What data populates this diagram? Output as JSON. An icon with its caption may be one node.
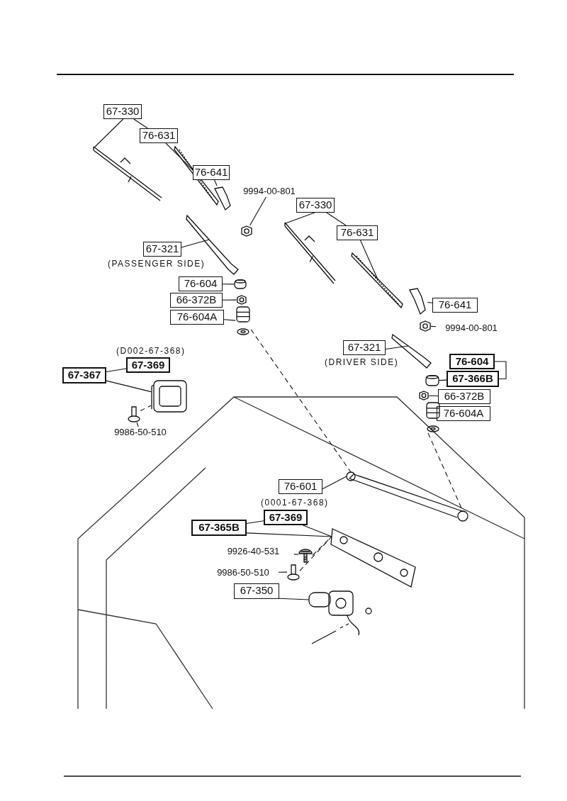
{
  "diagram": {
    "nodes": [
      {
        "text": [
          "67-330"
        ]
      },
      {
        "text": [
          "76-631"
        ]
      },
      {
        "text": [],
        "shape": "picture"
      },
      {
        "text": [],
        "shape": "picture"
      },
      {
        "text": [
          "76-641"
        ]
      },
      {
        "text": [],
        "shape": "picture"
      },
      {
        "text": [
          "9994-00-801"
        ]
      },
      {
        "text": [],
        "shape": "picture"
      },
      {
        "text": [
          "67-321"
        ],
        "beside": [
          "(PASSENGER SIDE)"
        ]
      },
      {
        "text": [],
        "shape": "picture"
      },
      {
        "text": [
          "76-604"
        ]
      },
      {
        "text": [],
        "shape": "picture"
      },
      {
        "text": [
          "66-372B"
        ]
      },
      {
        "text": [],
        "shape": "picture"
      },
      {
        "text": [
          "76-604A"
        ]
      },
      {
        "text": [],
        "shape": "picture"
      },
      {
        "text": [
          "67-330"
        ]
      },
      {
        "text": [
          "76-631"
        ]
      },
      {
        "text": [],
        "shape": "picture"
      },
      {
        "text": [],
        "shape": "picture"
      },
      {
        "text": [
          "76-641"
        ]
      },
      {
        "text": [],
        "shape": "picture"
      },
      {
        "text": [
          "9994-00-801"
        ]
      },
      {
        "text": [],
        "shape": "picture"
      },
      {
        "text": [
          "67-321"
        ],
        "beside": [
          "(DRIVER SIDE)"
        ]
      },
      {
        "text": [],
        "shape": "picture"
      },
      {
        "text": [
          "76-604"
        ]
      },
      {
        "text": [
          "67-366B"
        ]
      },
      {
        "text": [],
        "shape": "picture"
      },
      {
        "text": [
          "66-372B"
        ]
      },
      {
        "text": [],
        "shape": "picture"
      },
      {
        "text": [
          "76-604A"
        ]
      },
      {
        "text": [],
        "shape": "picture"
      },
      {
        "text": [
          "67-367"
        ]
      },
      {
        "text": [
          "67-369"
        ],
        "beside": [
          "(D002-67-368)"
        ]
      },
      {
        "text": [],
        "shape": "picture"
      },
      {
        "text": [
          "9986-50-510"
        ]
      },
      {
        "text": [],
        "shape": "picture"
      },
      {
        "text": [
          "76-601"
        ]
      },
      {
        "text": [],
        "shape": "picture"
      },
      {
        "text": [
          "67-365B"
        ]
      },
      {
        "text": [
          "67-369"
        ],
        "beside": [
          "(0001-67-368)"
        ]
      },
      {
        "text": [],
        "shape": "picture"
      },
      {
        "text": [
          "9926-40-531"
        ]
      },
      {
        "text": [],
        "shape": "picture"
      },
      {
        "text": [
          "9986-50-510"
        ]
      },
      {
        "text": [],
        "shape": "picture"
      },
      {
        "text": [
          "67-350"
        ]
      },
      {
        "text": [],
        "shape": "picture"
      }
    ],
    "edges": [
      {
        "from": 0,
        "to": 2,
        "arrow": "none"
      },
      {
        "from": 0,
        "to": 1,
        "arrow": "none"
      },
      {
        "from": 1,
        "to": 3,
        "arrow": "none"
      },
      {
        "from": 4,
        "to": 5,
        "arrow": "none"
      },
      {
        "from": 6,
        "to": 7,
        "arrow": "none"
      },
      {
        "from": 8,
        "to": 9,
        "arrow": "none"
      },
      {
        "from": 10,
        "to": 11,
        "arrow": "none"
      },
      {
        "from": 12,
        "to": 13,
        "arrow": "none"
      },
      {
        "from": 14,
        "to": 15,
        "arrow": "none"
      },
      {
        "from": 16,
        "to": 18,
        "arrow": "none"
      },
      {
        "from": 16,
        "to": 17,
        "arrow": "none"
      },
      {
        "from": 17,
        "to": 19,
        "arrow": "none"
      },
      {
        "from": 20,
        "to": 21,
        "arrow": "none"
      },
      {
        "from": 22,
        "to": 23,
        "arrow": "none"
      },
      {
        "from": 24,
        "to": 25,
        "arrow": "none"
      },
      {
        "from": 26,
        "to": 27,
        "arrow": "none"
      },
      {
        "from": 27,
        "to": 28,
        "arrow": "none"
      },
      {
        "from": 29,
        "to": 30,
        "arrow": "none"
      },
      {
        "from": 31,
        "to": 32,
        "arrow": "none"
      },
      {
        "from": 33,
        "to": 34,
        "arrow": "none"
      },
      {
        "from": 33,
        "to": 35,
        "arrow": "none"
      },
      {
        "from": 36,
        "to": 37,
        "arrow": "none"
      },
      {
        "from": 38,
        "to": 39,
        "arrow": "none"
      },
      {
        "from": 40,
        "to": 41,
        "arrow": "none"
      },
      {
        "from": 40,
        "to": 42,
        "arrow": "none"
      },
      {
        "from": 41,
        "to": 42,
        "arrow": "none"
      },
      {
        "from": 43,
        "to": 44,
        "arrow": "none"
      },
      {
        "from": 45,
        "to": 46,
        "arrow": "none"
      },
      {
        "from": 47,
        "to": 48,
        "arrow": "none"
      },
      {
        "from": 15,
        "to": 39,
        "arrow": "none",
        "style": "dashed"
      },
      {
        "from": 32,
        "to": 39,
        "arrow": "none",
        "style": "dashed"
      },
      {
        "from": 37,
        "to": 35,
        "arrow": "none",
        "style": "dashed"
      },
      {
        "from": 44,
        "to": 42,
        "arrow": "none",
        "style": "dashed"
      },
      {
        "from": 46,
        "to": 42,
        "arrow": "none",
        "style": "dashed"
      }
    ]
  }
}
